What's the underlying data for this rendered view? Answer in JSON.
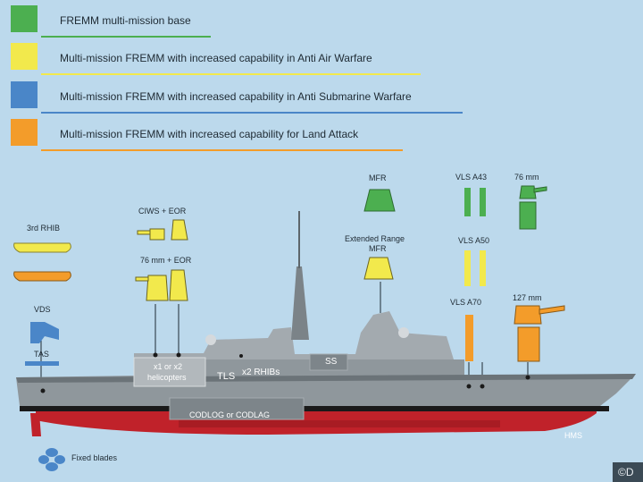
{
  "legend": [
    {
      "label": "FREMM multi-mission base",
      "color": "#4caf50"
    },
    {
      "label": "Multi-mission FREMM with increased capability in Anti Air Warfare",
      "color": "#f2e94c"
    },
    {
      "label": "Multi-mission FREMM with increased capability in Anti Submarine Warfare",
      "color": "#4a86c8"
    },
    {
      "label": "Multi-mission FREMM with increased capability for Land Attack",
      "color": "#f39c2a"
    }
  ],
  "labels": {
    "rhib": "3rd RHIB",
    "vds": "VDS",
    "tas": "TAS",
    "ciws": "CIWS + EOR",
    "mm76_eor": "76 mm + EOR",
    "mfr": "MFR",
    "ext_mfr_1": "Extended Range",
    "ext_mfr_2": "MFR",
    "vls_a43": "VLS A43",
    "vls_a50": "VLS A50",
    "vls_a70": "VLS A70",
    "mm76": "76 mm",
    "mm127": "127 mm",
    "heli_1": "x1 or x2",
    "heli_2": "helicopters",
    "tls": "TLS",
    "rhibs": "x2 RHIBs",
    "ss": "SS",
    "codlog": "CODLOG or CODLAG",
    "hms": "HMS",
    "fixed_blades": "Fixed blades",
    "copyright": "©D"
  },
  "colors": {
    "hull_grey": "#8f979c",
    "deck_dark": "#6b7378",
    "hull_red": "#c0222a",
    "waterline": "#1a1a1a",
    "background": "#bcd9ec"
  }
}
